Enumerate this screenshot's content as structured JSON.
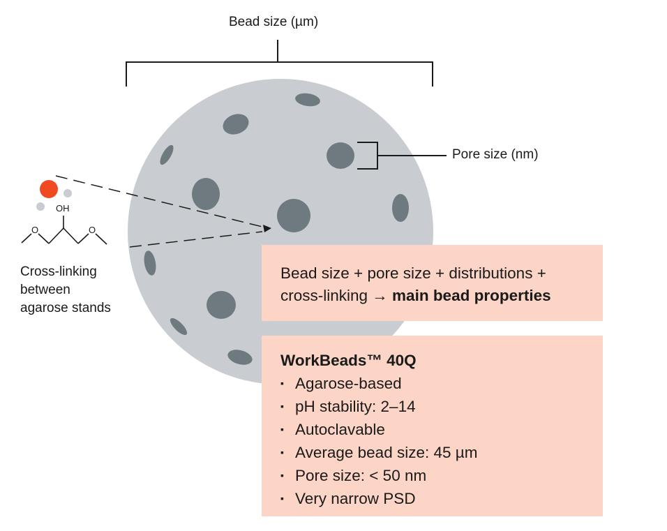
{
  "labels": {
    "bead_size": "Bead size (µm)",
    "pore_size": "Pore size (nm)",
    "oh": "OH",
    "o_left": "O",
    "o_right": "O",
    "crosslink_line1": "Cross-linking",
    "crosslink_line2": "between",
    "crosslink_line3": "agarose stands"
  },
  "box_properties": {
    "line1": "Bead size + pore size + distributions +",
    "line2_prefix": "cross-linking → ",
    "line2_bold": "main bead properties"
  },
  "box_product": {
    "title": "WorkBeads™ 40Q",
    "items": [
      "Agarose-based",
      "pH stability: 2–14",
      "Autoclavable",
      "Average bead size: 45 µm",
      "Pore size: < 50 nm",
      "Very narrow PSD"
    ]
  },
  "colors": {
    "bead": "#c9cdd1",
    "pore": "#6e7a80",
    "box": "#fcd5c6",
    "oxygen_atom": "#f04a23",
    "hydrogen_atom": "#c9cdd1"
  }
}
